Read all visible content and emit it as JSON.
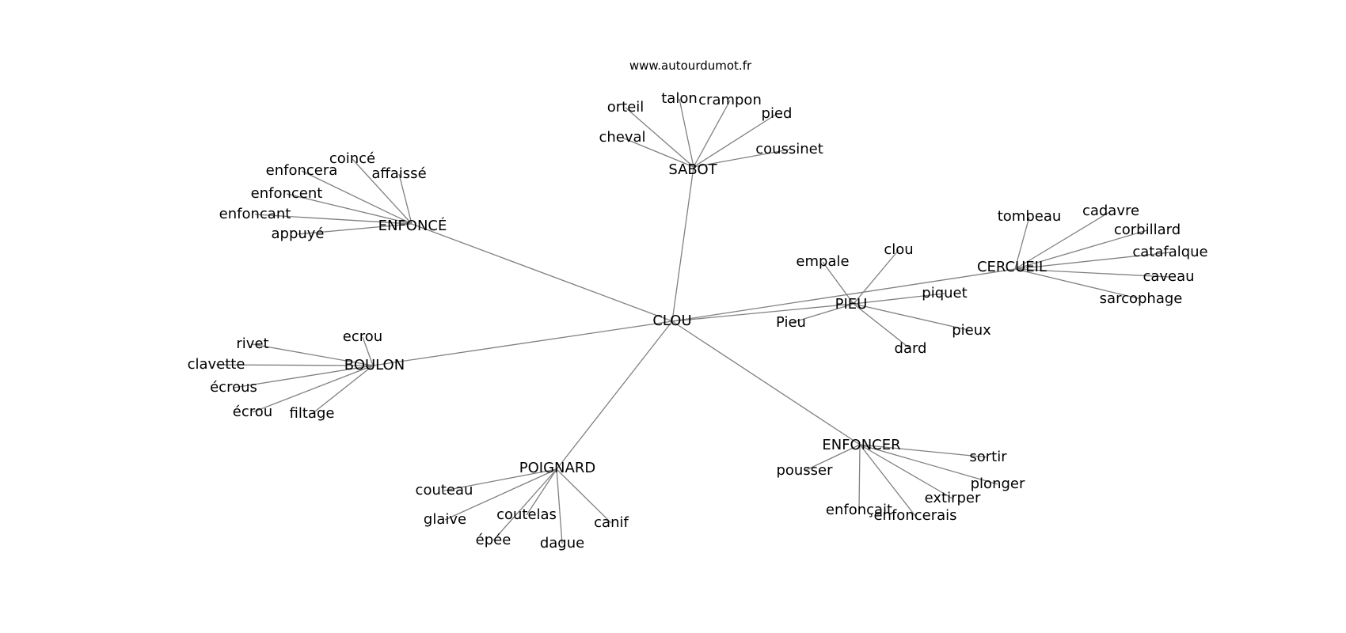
{
  "site": "www.autourdumot.fr",
  "colors": {
    "edge": "#808080",
    "text": "#000000",
    "background": "#ffffff"
  },
  "nodes": [
    {
      "id": "clou_center",
      "label": "CLOU",
      "group": "hub"
    },
    {
      "id": "sabot",
      "label": "SABOT",
      "group": "cluster"
    },
    {
      "id": "enfonce",
      "label": "ENFONCÉ",
      "group": "cluster"
    },
    {
      "id": "pieu",
      "label": "PIEU",
      "group": "cluster"
    },
    {
      "id": "cercueil",
      "label": "CERCUEIL",
      "group": "cluster"
    },
    {
      "id": "boulon",
      "label": "BOULON",
      "group": "cluster"
    },
    {
      "id": "poignard",
      "label": "POIGNARD",
      "group": "cluster"
    },
    {
      "id": "enfoncer",
      "label": "ENFONCER",
      "group": "cluster"
    },
    {
      "id": "orteil",
      "label": "orteil",
      "group": "leaf"
    },
    {
      "id": "talon",
      "label": "talon",
      "group": "leaf"
    },
    {
      "id": "crampon",
      "label": "crampon",
      "group": "leaf"
    },
    {
      "id": "pied",
      "label": "pied",
      "group": "leaf"
    },
    {
      "id": "cheval",
      "label": "cheval",
      "group": "leaf"
    },
    {
      "id": "coussinet",
      "label": "coussinet",
      "group": "leaf"
    },
    {
      "id": "coince",
      "label": "coincé",
      "group": "leaf"
    },
    {
      "id": "enfoncera",
      "label": "enfoncera",
      "group": "leaf"
    },
    {
      "id": "affaisse",
      "label": "affaissé",
      "group": "leaf"
    },
    {
      "id": "enfoncent",
      "label": "enfoncent",
      "group": "leaf"
    },
    {
      "id": "enfoncant",
      "label": "enfoncant",
      "group": "leaf"
    },
    {
      "id": "appuye",
      "label": "appuyé",
      "group": "leaf"
    },
    {
      "id": "empale",
      "label": "empale",
      "group": "leaf"
    },
    {
      "id": "clou_leaf",
      "label": "clou",
      "group": "leaf"
    },
    {
      "id": "piquet",
      "label": "piquet",
      "group": "leaf"
    },
    {
      "id": "pieu_lower",
      "label": "Pieu",
      "group": "leaf"
    },
    {
      "id": "pieux",
      "label": "pieux",
      "group": "leaf"
    },
    {
      "id": "dard",
      "label": "dard",
      "group": "leaf"
    },
    {
      "id": "tombeau",
      "label": "tombeau",
      "group": "leaf"
    },
    {
      "id": "cadavre",
      "label": "cadavre",
      "group": "leaf"
    },
    {
      "id": "corbillard",
      "label": "corbillard",
      "group": "leaf"
    },
    {
      "id": "catafalque",
      "label": "catafalque",
      "group": "leaf"
    },
    {
      "id": "caveau",
      "label": "caveau",
      "group": "leaf"
    },
    {
      "id": "sarcophage",
      "label": "sarcophage",
      "group": "leaf"
    },
    {
      "id": "rivet",
      "label": "rivet",
      "group": "leaf"
    },
    {
      "id": "ecrou_top",
      "label": "ecrou",
      "group": "leaf"
    },
    {
      "id": "clavette",
      "label": "clavette",
      "group": "leaf"
    },
    {
      "id": "ecrous",
      "label": "écrous",
      "group": "leaf"
    },
    {
      "id": "ecrou_accent",
      "label": "écrou",
      "group": "leaf"
    },
    {
      "id": "filtage",
      "label": "filtage",
      "group": "leaf"
    },
    {
      "id": "couteau",
      "label": "couteau",
      "group": "leaf"
    },
    {
      "id": "glaive",
      "label": "glaive",
      "group": "leaf"
    },
    {
      "id": "coutelas",
      "label": "coutelas",
      "group": "leaf"
    },
    {
      "id": "canif",
      "label": "canif",
      "group": "leaf"
    },
    {
      "id": "epee",
      "label": "épée",
      "group": "leaf"
    },
    {
      "id": "dague",
      "label": "dague",
      "group": "leaf"
    },
    {
      "id": "pousser",
      "label": "pousser",
      "group": "leaf"
    },
    {
      "id": "sortir",
      "label": "sortir",
      "group": "leaf"
    },
    {
      "id": "plonger",
      "label": "plonger",
      "group": "leaf"
    },
    {
      "id": "extirper",
      "label": "extirper",
      "group": "leaf"
    },
    {
      "id": "enfoncait",
      "label": "enfonçait",
      "group": "leaf"
    },
    {
      "id": "enfoncerais",
      "label": "enfoncerais",
      "group": "leaf"
    }
  ],
  "edges": [
    [
      "clou_center",
      "sabot"
    ],
    [
      "clou_center",
      "enfonce"
    ],
    [
      "clou_center",
      "pieu"
    ],
    [
      "clou_center",
      "cercueil"
    ],
    [
      "clou_center",
      "boulon"
    ],
    [
      "clou_center",
      "poignard"
    ],
    [
      "clou_center",
      "enfoncer"
    ],
    [
      "sabot",
      "orteil"
    ],
    [
      "sabot",
      "talon"
    ],
    [
      "sabot",
      "crampon"
    ],
    [
      "sabot",
      "pied"
    ],
    [
      "sabot",
      "cheval"
    ],
    [
      "sabot",
      "coussinet"
    ],
    [
      "enfonce",
      "coince"
    ],
    [
      "enfonce",
      "enfoncera"
    ],
    [
      "enfonce",
      "affaisse"
    ],
    [
      "enfonce",
      "enfoncent"
    ],
    [
      "enfonce",
      "enfoncant"
    ],
    [
      "enfonce",
      "appuye"
    ],
    [
      "pieu",
      "empale"
    ],
    [
      "pieu",
      "clou_leaf"
    ],
    [
      "pieu",
      "piquet"
    ],
    [
      "pieu",
      "pieu_lower"
    ],
    [
      "pieu",
      "pieux"
    ],
    [
      "pieu",
      "dard"
    ],
    [
      "cercueil",
      "tombeau"
    ],
    [
      "cercueil",
      "cadavre"
    ],
    [
      "cercueil",
      "corbillard"
    ],
    [
      "cercueil",
      "catafalque"
    ],
    [
      "cercueil",
      "caveau"
    ],
    [
      "cercueil",
      "sarcophage"
    ],
    [
      "boulon",
      "rivet"
    ],
    [
      "boulon",
      "ecrou_top"
    ],
    [
      "boulon",
      "clavette"
    ],
    [
      "boulon",
      "ecrous"
    ],
    [
      "boulon",
      "ecrou_accent"
    ],
    [
      "boulon",
      "filtage"
    ],
    [
      "poignard",
      "couteau"
    ],
    [
      "poignard",
      "glaive"
    ],
    [
      "poignard",
      "coutelas"
    ],
    [
      "poignard",
      "canif"
    ],
    [
      "poignard",
      "epee"
    ],
    [
      "poignard",
      "dague"
    ],
    [
      "enfoncer",
      "pousser"
    ],
    [
      "enfoncer",
      "sortir"
    ],
    [
      "enfoncer",
      "plonger"
    ],
    [
      "enfoncer",
      "extirper"
    ],
    [
      "enfoncer",
      "enfoncait"
    ],
    [
      "enfoncer",
      "enfoncerais"
    ]
  ]
}
